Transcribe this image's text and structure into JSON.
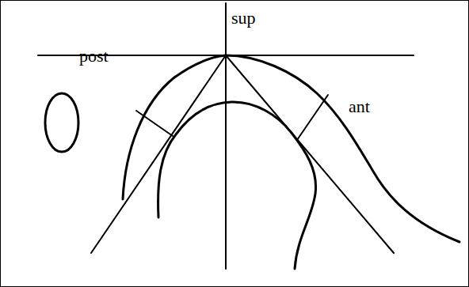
{
  "diagram": {
    "labels": [
      "sup",
      "post",
      "ant"
    ]
  }
}
